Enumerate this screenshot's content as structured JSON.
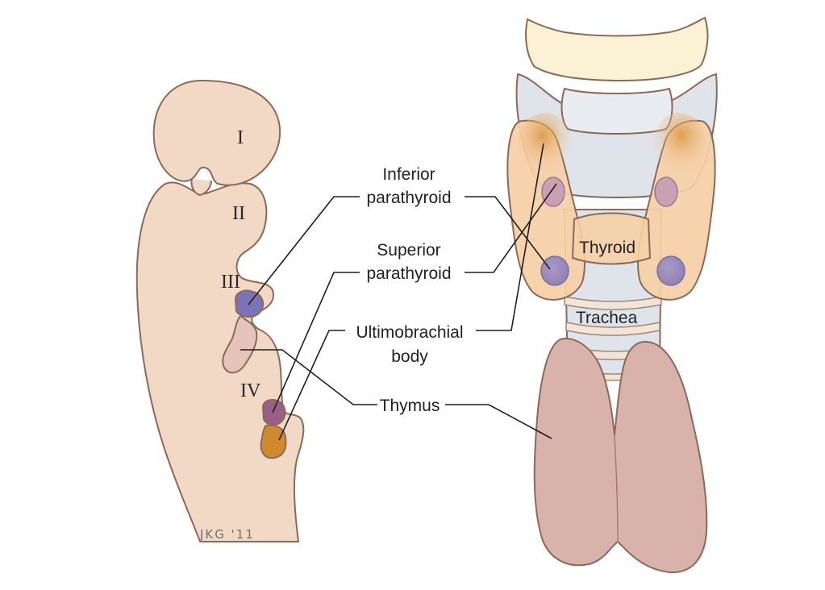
{
  "pouches": {
    "i": "I",
    "ii": "II",
    "iii": "III",
    "iv": "IV"
  },
  "labels": {
    "inferior_line1": "Inferior",
    "inferior_line2": "parathyroid",
    "superior_line1": "Superior",
    "superior_line2": "parathyroid",
    "ultimo_line1": "Ultimobrachial",
    "ultimo_line2": "body",
    "thymus": "Thymus",
    "thyroid": "Thyroid",
    "trachea": "Trachea"
  },
  "signature": "JKG '11",
  "colors": {
    "embryo_fill": "#f2d9c6",
    "inferior_parathyroid": "#7b73b6",
    "superior_parathyroid": "#9a5f86",
    "ultimobrachial_body": "#d08a2c",
    "thymus": "#d9b2ac",
    "thyroid": "#f6cfa6",
    "trachea": "#dfe3ea",
    "larynx_cartilage": "#fbf1d4"
  }
}
